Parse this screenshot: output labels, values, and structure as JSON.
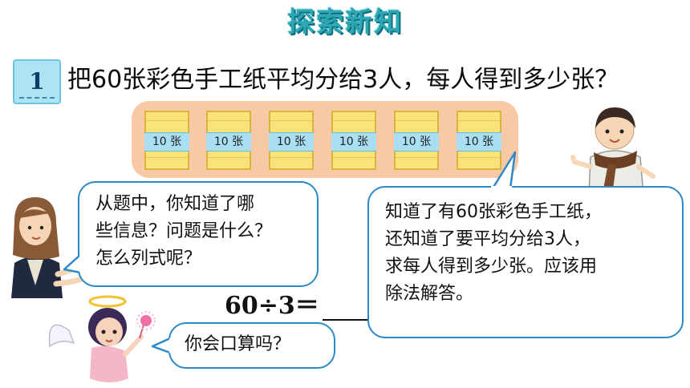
{
  "header": {
    "title": "探索新知"
  },
  "problem": {
    "number": "1",
    "question": "把60张彩色手工纸平均分给3人，每人得到多少张？"
  },
  "paper_stacks": {
    "label": "10 张",
    "count": 6
  },
  "bubbles": {
    "girl": {
      "line1": "从题中，你知道了哪",
      "line2": "些信息？问题是什么？",
      "line3": "怎么列式呢？"
    },
    "boy": {
      "line1": "知道了有60张彩色手工纸，",
      "line2": "还知道了要平均分给3人，",
      "line3": "求每人得到多少张。应该用",
      "line4": "除法解答。"
    },
    "angel": {
      "line1": "你会口算吗？"
    }
  },
  "equation": {
    "expression": "60÷3＝"
  },
  "colors": {
    "title": "#2ea7b5",
    "bubble_border": "#2b89c8",
    "tray": "#f9c9a6",
    "paper": "#fbe37c",
    "band": "#a8dff2",
    "badge": "#aee3f3"
  }
}
